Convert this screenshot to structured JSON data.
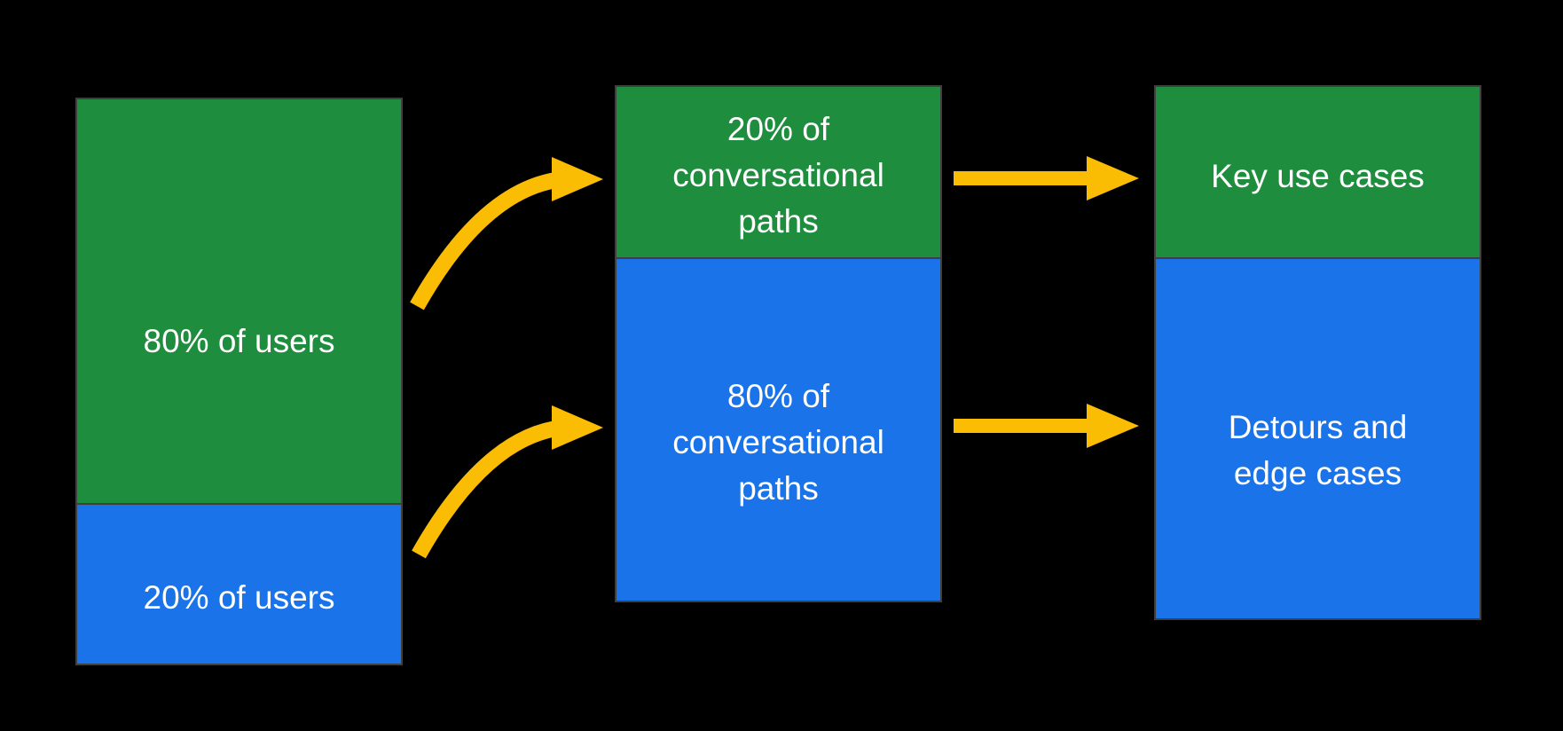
{
  "diagram": {
    "description": "Flow diagram mapping users to conversational paths to outcomes",
    "columns": [
      {
        "id": "users",
        "segments": [
          {
            "label": "80% of users",
            "color": "green",
            "value_pct": 80
          },
          {
            "label": "20% of users",
            "color": "blue",
            "value_pct": 20
          }
        ]
      },
      {
        "id": "conversational-paths",
        "segments": [
          {
            "label": "20% of\nconversational\npaths",
            "color": "green",
            "value_pct": 20
          },
          {
            "label": "80% of\nconversational\npaths",
            "color": "blue",
            "value_pct": 80
          }
        ]
      },
      {
        "id": "outcomes",
        "segments": [
          {
            "label": "Key use cases",
            "color": "green"
          },
          {
            "label": "Detours and\nedge cases",
            "color": "blue"
          }
        ]
      }
    ],
    "arrows": [
      {
        "type": "curved",
        "from": "80% of users",
        "to": "20% of conversational paths"
      },
      {
        "type": "curved",
        "from": "20% of users",
        "to": "80% of conversational paths"
      },
      {
        "type": "straight",
        "from": "20% of conversational paths",
        "to": "Key use cases"
      },
      {
        "type": "straight",
        "from": "80% of conversational paths",
        "to": "Detours and edge cases"
      }
    ]
  },
  "colors": {
    "green": "#1e8e3e",
    "blue": "#1a73e8",
    "arrow_yellow": "#fbbc04",
    "border_gray": "#3f3f3f",
    "background": "#000000",
    "text": "#ffffff"
  }
}
